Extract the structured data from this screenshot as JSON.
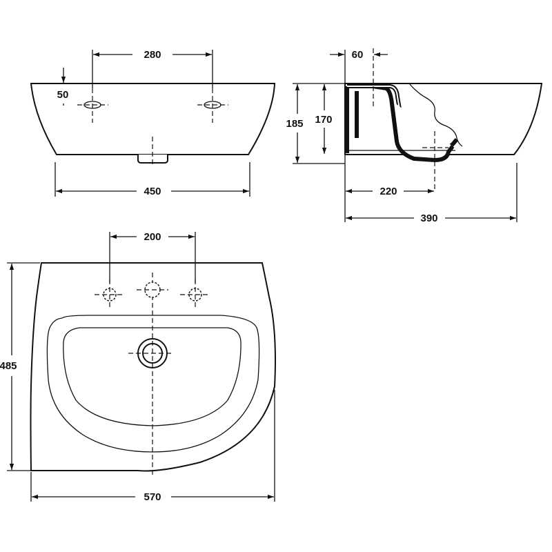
{
  "diagram": {
    "front_view": {
      "hole_spacing": "280",
      "hole_height": "50",
      "overall_width": "450"
    },
    "side_view": {
      "wall_offset": "60",
      "overall_height": "185",
      "inner_height": "170",
      "drain_depth": "220",
      "overall_depth": "390"
    },
    "top_view": {
      "tap_hole_spacing": "200",
      "overall_depth": "485",
      "overall_width": "570"
    }
  }
}
